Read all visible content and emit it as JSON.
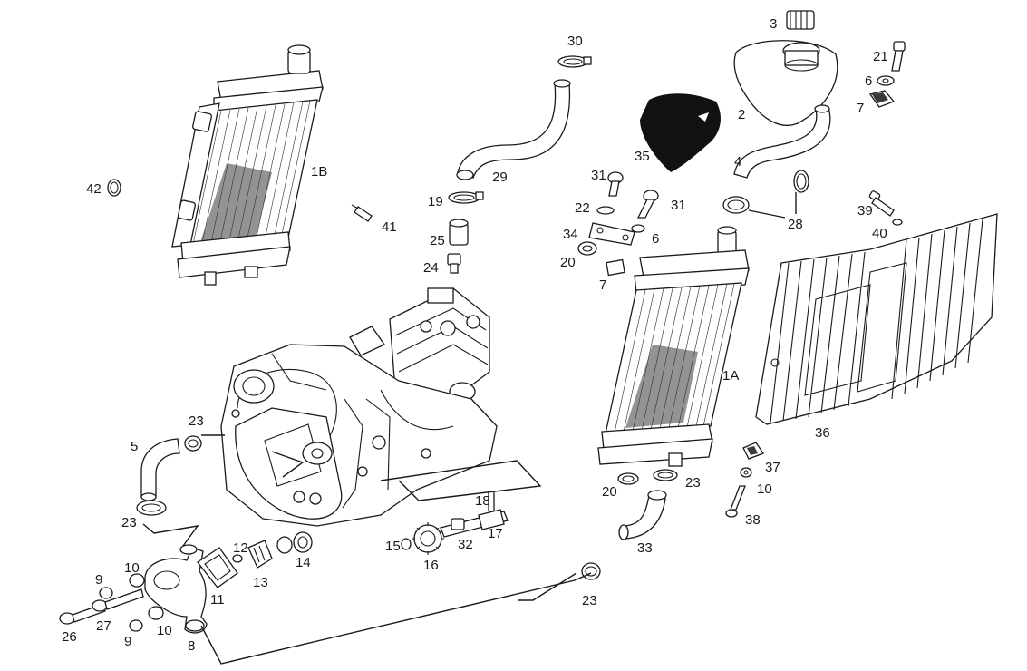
{
  "diagram": {
    "labels": [
      {
        "id": "l3",
        "text": "3"
      },
      {
        "id": "l30",
        "text": "30"
      },
      {
        "id": "l21",
        "text": "21"
      },
      {
        "id": "l6a",
        "text": "6"
      },
      {
        "id": "l7a",
        "text": "7"
      },
      {
        "id": "l2",
        "text": "2"
      },
      {
        "id": "l1B",
        "text": "1B"
      },
      {
        "id": "l42",
        "text": "42"
      },
      {
        "id": "l29",
        "text": "29"
      },
      {
        "id": "l35",
        "text": "35"
      },
      {
        "id": "l4",
        "text": "4"
      },
      {
        "id": "l31a",
        "text": "31"
      },
      {
        "id": "l41",
        "text": "41"
      },
      {
        "id": "l19",
        "text": "19"
      },
      {
        "id": "l22",
        "text": "22"
      },
      {
        "id": "l31b",
        "text": "31"
      },
      {
        "id": "l28",
        "text": "28"
      },
      {
        "id": "l39",
        "text": "39"
      },
      {
        "id": "l25",
        "text": "25"
      },
      {
        "id": "l34",
        "text": "34"
      },
      {
        "id": "l6b",
        "text": "6"
      },
      {
        "id": "l40",
        "text": "40"
      },
      {
        "id": "l24",
        "text": "24"
      },
      {
        "id": "l20a",
        "text": "20"
      },
      {
        "id": "l7b",
        "text": "7"
      },
      {
        "id": "l1A",
        "text": "1A"
      },
      {
        "id": "l23a",
        "text": "23"
      },
      {
        "id": "l36",
        "text": "36"
      },
      {
        "id": "l5",
        "text": "5"
      },
      {
        "id": "l37",
        "text": "37"
      },
      {
        "id": "l23b",
        "text": "23"
      },
      {
        "id": "l20b",
        "text": "20"
      },
      {
        "id": "l10a",
        "text": "10"
      },
      {
        "id": "l18",
        "text": "18"
      },
      {
        "id": "l23c",
        "text": "23"
      },
      {
        "id": "l38",
        "text": "38"
      },
      {
        "id": "l17",
        "text": "17"
      },
      {
        "id": "l15",
        "text": "15"
      },
      {
        "id": "l32",
        "text": "32"
      },
      {
        "id": "l33",
        "text": "33"
      },
      {
        "id": "l12",
        "text": "12"
      },
      {
        "id": "l14",
        "text": "14"
      },
      {
        "id": "l16",
        "text": "16"
      },
      {
        "id": "l10b",
        "text": "10"
      },
      {
        "id": "l13",
        "text": "13"
      },
      {
        "id": "l9a",
        "text": "9"
      },
      {
        "id": "l11",
        "text": "11"
      },
      {
        "id": "l23d",
        "text": "23"
      },
      {
        "id": "l27",
        "text": "27"
      },
      {
        "id": "l10c",
        "text": "10"
      },
      {
        "id": "l26",
        "text": "26"
      },
      {
        "id": "l9b",
        "text": "9"
      },
      {
        "id": "l8",
        "text": "8"
      }
    ]
  }
}
